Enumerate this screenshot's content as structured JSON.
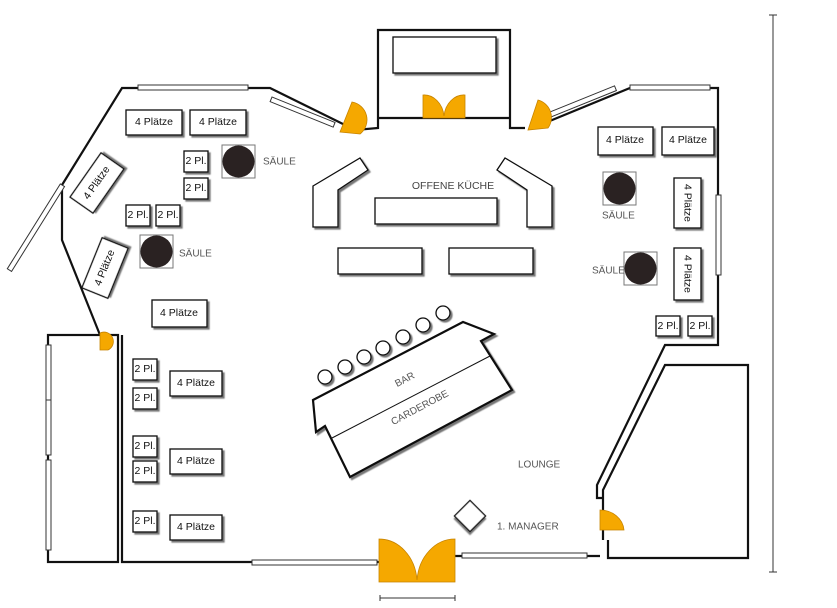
{
  "tables": [
    "4 Plätze",
    "4 Plätze",
    "2 Pl.",
    "2 Pl.",
    "2 Pl.",
    "2 Pl.",
    "4 Plätze",
    "4 Plätze",
    "4 Plätze",
    "2 Pl.",
    "2 Pl.",
    "4 Plätze",
    "2 Pl.",
    "2 Pl.",
    "4 Plätze",
    "2 Pl.",
    "4 Plätze",
    "4 Plätze",
    "4 Plätze",
    "4 Plätze",
    "4 Plätze",
    "2 Pl.",
    "2 Pl."
  ],
  "labels": {
    "column": "SÄULE",
    "kitchen": "OFFENE KÜCHE",
    "bar": "BAR",
    "cloakroom": "CARDEROBE",
    "lounge": "LOUNGE",
    "manager": "1. MANAGER"
  },
  "colors": {
    "door": "#f5a800",
    "wall": "#111111",
    "column": "#2a2222"
  }
}
